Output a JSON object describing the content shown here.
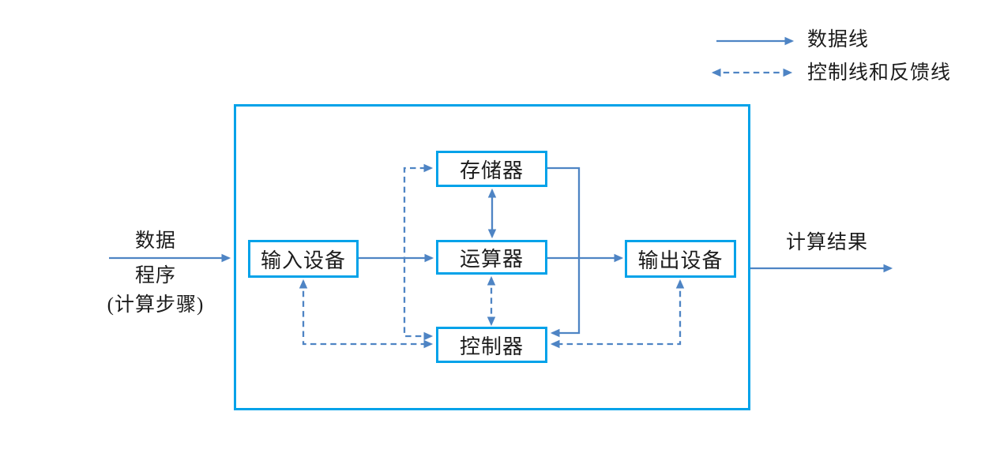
{
  "legend": {
    "items": [
      {
        "label": "数据线",
        "line_style": "solid",
        "arrowheads": "single"
      },
      {
        "label": "控制线和反馈线",
        "line_style": "dashed",
        "arrowheads": "double"
      }
    ]
  },
  "blocks": {
    "memory": {
      "label": "存储器"
    },
    "input_device": {
      "label": "输入设备"
    },
    "alu": {
      "label": "运算器"
    },
    "output_device": {
      "label": "输出设备"
    },
    "controller": {
      "label": "控制器"
    }
  },
  "external_labels": {
    "input": {
      "line1": "数据",
      "line2": "程序",
      "line3": "(计算步骤)"
    },
    "output": "计算结果"
  },
  "connections": [
    {
      "from": "external-input",
      "to": "input_device",
      "style": "solid",
      "bidirectional": false
    },
    {
      "from": "input_device",
      "to": "alu",
      "style": "solid",
      "bidirectional": false
    },
    {
      "from": "alu",
      "to": "output_device",
      "style": "solid",
      "bidirectional": false
    },
    {
      "from": "memory",
      "to": "alu",
      "style": "solid",
      "bidirectional": true
    },
    {
      "from": "memory",
      "to": "controller",
      "style": "solid",
      "bidirectional": false
    },
    {
      "from": "system-boundary",
      "to": "external-output",
      "style": "solid",
      "bidirectional": false
    },
    {
      "from": "controller",
      "to": "memory",
      "style": "dashed",
      "bidirectional": true
    },
    {
      "from": "controller",
      "to": "input_device",
      "style": "dashed",
      "bidirectional": true
    },
    {
      "from": "controller",
      "to": "output_device",
      "style": "dashed",
      "bidirectional": true
    },
    {
      "from": "controller",
      "to": "alu",
      "style": "dashed",
      "bidirectional": true
    }
  ],
  "colors": {
    "box_border": "#00a2e9",
    "connector": "#4e84c4",
    "text": "#1c1c1c",
    "background": "#ffffff"
  }
}
